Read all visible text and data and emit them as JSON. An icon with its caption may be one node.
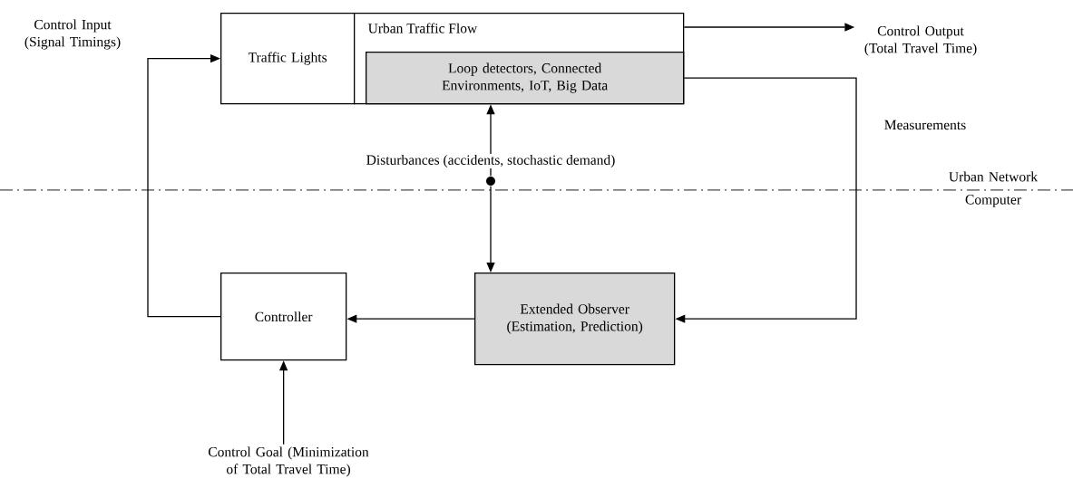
{
  "diagram": {
    "nodes": [
      {
        "text": [
          "Traffic Lights"
        ]
      },
      {
        "text": [
          "Urban Traffic Flow"
        ]
      },
      {
        "text": [
          "Loop detectors, Connected Environments, IoT, Big Data"
        ],
        "in": 1
      },
      {
        "text": [
          "Controller"
        ]
      },
      {
        "text": [
          "Extended Observer (Estimation, Prediction)"
        ]
      },
      {
        "text": [
          "Control Output (Total Travel Time)"
        ]
      },
      {
        "text": [
          "Control Goal (Minimization of Total Travel Time)"
        ]
      },
      {
        "text": [],
        "shape": "circle",
        "beside": [
          "Disturbances (accidents, stochastic demand)"
        ]
      }
    ],
    "edges": [
      {
        "from": 3,
        "to": 0,
        "arrow": "to"
      },
      {
        "from": 1,
        "to": 5,
        "arrow": "to"
      },
      {
        "from": 2,
        "to": 4,
        "arrow": "to"
      },
      {
        "from": 4,
        "to": 3,
        "arrow": "to"
      },
      {
        "from": 6,
        "to": 3,
        "arrow": "to"
      },
      {
        "from": 7,
        "to": 2,
        "arrow": "to"
      },
      {
        "from": 7,
        "to": 4,
        "arrow": "to"
      }
    ],
    "labels": [
      "Control Input (Signal Timings)",
      "Measurements",
      "Urban Network",
      "Computer"
    ]
  }
}
